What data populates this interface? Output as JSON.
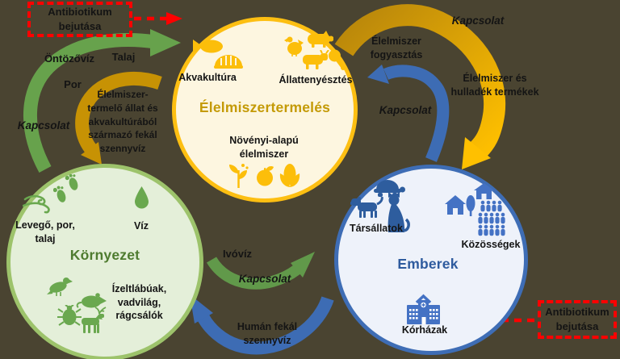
{
  "colors": {
    "background": "#4a4431",
    "food_accent": "#ffc000",
    "food_dark_gold": "#bf9000",
    "food_fill": "#fdf6e0",
    "env_icon_green": "#6aa84f",
    "env_border": "#9dc36b",
    "env_fill": "#e4efd9",
    "env_title": "#4e7b2f",
    "people_icon_blue": "#4472c4",
    "people_border": "#3e6db5",
    "people_fill": "#eef2fa",
    "people_title": "#2e5b9e",
    "alert_red": "#ff0000",
    "label_text": "#141414"
  },
  "alerts": {
    "top_left": "Antibiotikum\nbejutása",
    "bottom_right": "Antibiotikum\nbejutása"
  },
  "food_circle": {
    "title": "Élelmiszertermelés",
    "aquaculture_label": "Akvakultúra",
    "livestock_label": "Állattenyésztés",
    "plant_label": "Növényi-alapú\nélelmiszer",
    "icons": [
      "fish-icon",
      "fish-fillet-icon",
      "chicken-icon",
      "pig-icon",
      "cow-icon",
      "drumstick-icon",
      "seedling-icon",
      "apple-icon",
      "corn-icon"
    ]
  },
  "environment_circle": {
    "title": "Környezet",
    "air_label": "Levegő, por,\ntalaj",
    "water_label": "Víz",
    "wildlife_label": "Ízeltlábúak,\nvadvilág,\nrágcsálók",
    "icons": [
      "wind-icon",
      "footprints-icon",
      "water-drop-icon",
      "bird-icon",
      "rodent-icon",
      "beetle-icon",
      "deer-icon"
    ]
  },
  "people_circle": {
    "title": "Emberek",
    "pets_label": "Társállatok",
    "communities_label": "Közösségek",
    "hospitals_label": "Kórházak",
    "icons": [
      "turtle-icon",
      "dog-icon",
      "cat-icon",
      "house-tree-icon",
      "house-icon",
      "crowd-icon",
      "hospital-icon"
    ]
  },
  "flow_labels": {
    "kapcsolat_env_food": "Kapcsolat",
    "kapcsolat_food_people": "Kapcsolat",
    "kapcsolat_people_food": "Kapcsolat",
    "kapcsolat_env_people": "Kapcsolat",
    "irrigation": "Öntözővíz",
    "soil": "Talaj",
    "dust": "Por",
    "food_animal_waste": "Élelmiszer-\ntermelő állat és\nakvakultúrából\nszármazó fekál\nszennyvíz",
    "food_consumption": "Élelmiszer\nfogyasztás",
    "food_waste_products": "Élelmiszer és\nhulladék termékek",
    "drinking_water": "Ivóvíz",
    "human_fecal": "Humán fekál\nszennyvíz"
  }
}
